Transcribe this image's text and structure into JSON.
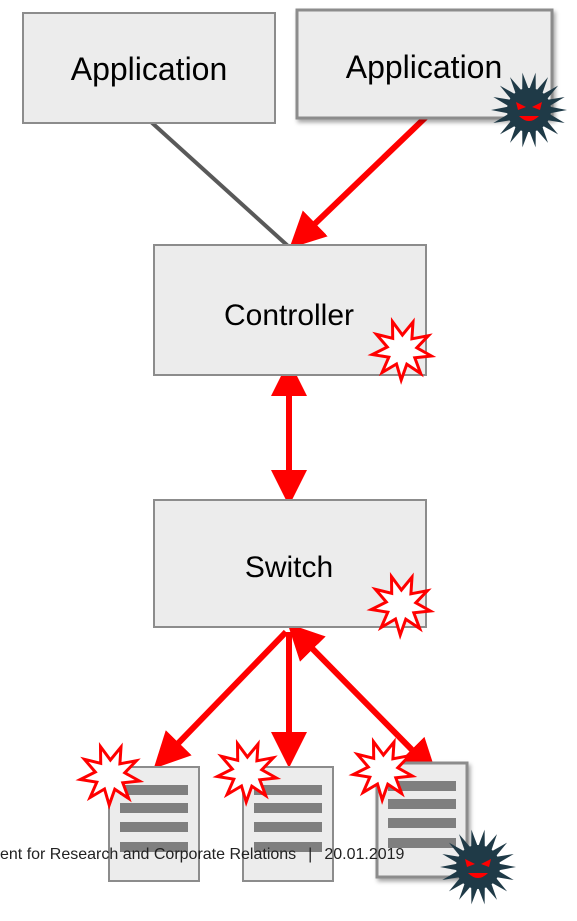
{
  "nodes": {
    "app_left": {
      "label": "Application"
    },
    "app_right": {
      "label": "Application",
      "compromised": true
    },
    "controller": {
      "label": "Controller",
      "attacked": true
    },
    "switch": {
      "label": "Switch",
      "attacked": true
    },
    "hosts": [
      {
        "attacked": true
      },
      {
        "attacked": true
      },
      {
        "attacked": true,
        "compromised": true
      }
    ]
  },
  "icons": {
    "attack": "red-burst-icon",
    "malware": "virus-face-icon",
    "host": "server-document-icon"
  },
  "colors": {
    "box_fill": "#ececec",
    "box_stroke": "#8c8c8c",
    "attack_path": "#ff0000",
    "normal_path": "#595959",
    "virus_body": "#1f3a47",
    "virus_face": "#ff0000",
    "host_bar": "#7f7f7f"
  },
  "footer": {
    "text": "ent for Research and Corporate Relations",
    "separator": "|",
    "date": "20.01.2019"
  }
}
